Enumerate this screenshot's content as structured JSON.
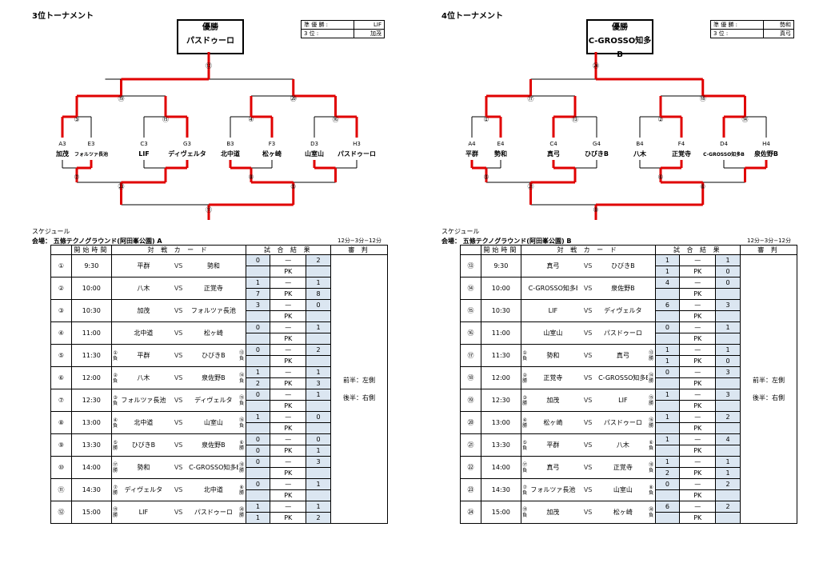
{
  "panels": [
    {
      "title": "3位トーナメント",
      "champion_label": "優勝",
      "champion": "パスドゥーロ",
      "ranks": [
        {
          "label": "準 優 勝 :",
          "team": "LIF"
        },
        {
          "label": "3 位 :",
          "team": "加茂"
        }
      ],
      "schedule_label": "スケジュール",
      "venue": "会場： 五條テクノグラウンド(阿田峯公園) A",
      "format": "12分−3分−12分",
      "headers": [
        "開始時間",
        "対 戦 カ ー ド",
        "試 合 結 果",
        "審 判"
      ],
      "referee": [
        "前半：左側",
        "後半：右側"
      ],
      "teams": [
        {
          "seed": "A3",
          "name": "加茂"
        },
        {
          "seed": "E3",
          "name": "フォルツァ長池"
        },
        {
          "seed": "C3",
          "name": "LIF"
        },
        {
          "seed": "G3",
          "name": "ディヴェルタ"
        },
        {
          "seed": "B3",
          "name": "北中道"
        },
        {
          "seed": "F3",
          "name": "松ヶ崎"
        },
        {
          "seed": "D3",
          "name": "山室山"
        },
        {
          "seed": "H3",
          "name": "パスドゥーロ"
        }
      ],
      "match_nums": [
        "①",
        "②",
        "③",
        "④",
        "⑤",
        "⑥",
        "⑦",
        "⑧",
        "⑨",
        "⑩",
        "⑪",
        "⑫"
      ],
      "matches": [
        {
          "no": "①",
          "time": "9:30",
          "home": "平群",
          "hp": "",
          "hs": "",
          "away": "勢和",
          "ap": "",
          "as": "",
          "s1": "0",
          "s2": "2",
          "pk1": "",
          "pk2": ""
        },
        {
          "no": "②",
          "time": "10:00",
          "home": "八木",
          "hp": "",
          "hs": "",
          "away": "正覚寺",
          "ap": "",
          "as": "",
          "s1": "1",
          "s2": "1",
          "pk1": "7",
          "pk2": "8"
        },
        {
          "no": "③",
          "time": "10:30",
          "home": "加茂",
          "hp": "",
          "hs": "",
          "away": "フォルツァ長池",
          "ap": "",
          "as": "",
          "s1": "3",
          "s2": "0",
          "pk1": "",
          "pk2": ""
        },
        {
          "no": "④",
          "time": "11:00",
          "home": "北中道",
          "hp": "",
          "hs": "",
          "away": "松ヶ崎",
          "ap": "",
          "as": "",
          "s1": "0",
          "s2": "1",
          "pk1": "",
          "pk2": ""
        },
        {
          "no": "⑤",
          "time": "11:30",
          "home": "平群",
          "hp": "①",
          "hs": "負",
          "away": "ひびきB",
          "ap": "⑬",
          "as": "負",
          "s1": "0",
          "s2": "2",
          "pk1": "",
          "pk2": ""
        },
        {
          "no": "⑥",
          "time": "12:00",
          "home": "八木",
          "hp": "②",
          "hs": "負",
          "away": "泉佐野B",
          "ap": "⑭",
          "as": "負",
          "s1": "1",
          "s2": "1",
          "pk1": "2",
          "pk2": "3"
        },
        {
          "no": "⑦",
          "time": "12:30",
          "home": "フォルツァ長池",
          "hp": "③",
          "hs": "負",
          "away": "ディヴェルタ",
          "ap": "⑮",
          "as": "負",
          "s1": "0",
          "s2": "1",
          "pk1": "",
          "pk2": ""
        },
        {
          "no": "⑧",
          "time": "13:00",
          "home": "北中道",
          "hp": "④",
          "hs": "負",
          "away": "山室山",
          "ap": "⑯",
          "as": "負",
          "s1": "1",
          "s2": "0",
          "pk1": "",
          "pk2": ""
        },
        {
          "no": "⑨",
          "time": "13:30",
          "home": "ひびきB",
          "hp": "⑤",
          "hs": "勝",
          "away": "泉佐野B",
          "ap": "⑥",
          "as": "勝",
          "s1": "0",
          "s2": "0",
          "pk1": "0",
          "pk2": "1"
        },
        {
          "no": "⑩",
          "time": "14:00",
          "home": "勢和",
          "hp": "⑰",
          "hs": "勝",
          "away": "C-GROSSO知多B",
          "ap": "⑱",
          "as": "勝",
          "s1": "0",
          "s2": "3",
          "pk1": "",
          "pk2": ""
        },
        {
          "no": "⑪",
          "time": "14:30",
          "home": "ディヴェルタ",
          "hp": "⑦",
          "hs": "勝",
          "away": "北中道",
          "ap": "⑧",
          "as": "勝",
          "s1": "0",
          "s2": "1",
          "pk1": "",
          "pk2": ""
        },
        {
          "no": "⑫",
          "time": "15:00",
          "home": "LIF",
          "hp": "⑲",
          "hs": "勝",
          "away": "パスドゥーロ",
          "ap": "⑳",
          "as": "勝",
          "s1": "1",
          "s2": "1",
          "pk1": "1",
          "pk2": "2"
        }
      ]
    },
    {
      "title": "4位トーナメント",
      "champion_label": "優勝",
      "champion": "C-GROSSO知多B",
      "ranks": [
        {
          "label": "準 優 勝 :",
          "team": "勢和"
        },
        {
          "label": "3 位 :",
          "team": "真弓"
        }
      ],
      "schedule_label": "スケジュール",
      "venue": "会場： 五條テクノグラウンド(阿田峯公園) B",
      "format": "12分−3分−12分",
      "headers": [
        "開始時間",
        "対 戦 カ ー ド",
        "試 合 結 果",
        "審 判"
      ],
      "referee": [
        "前半：左側",
        "後半：右側"
      ],
      "teams": [
        {
          "seed": "A4",
          "name": "平群"
        },
        {
          "seed": "E4",
          "name": "勢和"
        },
        {
          "seed": "C4",
          "name": "真弓"
        },
        {
          "seed": "G4",
          "name": "ひびきB"
        },
        {
          "seed": "B4",
          "name": "八木"
        },
        {
          "seed": "F4",
          "name": "正覚寺"
        },
        {
          "seed": "D4",
          "name": "C-GROSSO知多B"
        },
        {
          "seed": "H4",
          "name": "泉佐野B"
        }
      ],
      "match_nums": [
        "⑬",
        "⑭",
        "⑮",
        "⑯",
        "⑰",
        "⑱",
        "⑲",
        "⑳",
        "㉑",
        "㉒",
        "㉓",
        "㉔"
      ],
      "matches": [
        {
          "no": "⑬",
          "time": "9:30",
          "home": "真弓",
          "hp": "",
          "hs": "",
          "away": "ひびきB",
          "ap": "",
          "as": "",
          "s1": "1",
          "s2": "1",
          "pk1": "1",
          "pk2": "0"
        },
        {
          "no": "⑭",
          "time": "10:00",
          "home": "C-GROSSO知多B",
          "hp": "",
          "hs": "",
          "away": "泉佐野B",
          "ap": "",
          "as": "",
          "s1": "4",
          "s2": "0",
          "pk1": "",
          "pk2": ""
        },
        {
          "no": "⑮",
          "time": "10:30",
          "home": "LIF",
          "hp": "",
          "hs": "",
          "away": "ディヴェルタ",
          "ap": "",
          "as": "",
          "s1": "6",
          "s2": "3",
          "pk1": "",
          "pk2": ""
        },
        {
          "no": "⑯",
          "time": "11:00",
          "home": "山室山",
          "hp": "",
          "hs": "",
          "away": "パスドゥーロ",
          "ap": "",
          "as": "",
          "s1": "0",
          "s2": "1",
          "pk1": "",
          "pk2": ""
        },
        {
          "no": "⑰",
          "time": "11:30",
          "home": "勢和",
          "hp": "①",
          "hs": "負",
          "away": "真弓",
          "ap": "⑬",
          "as": "勝",
          "s1": "1",
          "s2": "1",
          "pk1": "1",
          "pk2": "0"
        },
        {
          "no": "⑱",
          "time": "12:00",
          "home": "正覚寺",
          "hp": "②",
          "hs": "勝",
          "away": "C-GROSSO知多B",
          "ap": "⑭",
          "as": "勝",
          "s1": "0",
          "s2": "3",
          "pk1": "",
          "pk2": ""
        },
        {
          "no": "⑲",
          "time": "12:30",
          "home": "加茂",
          "hp": "③",
          "hs": "勝",
          "away": "LIF",
          "ap": "⑮",
          "as": "勝",
          "s1": "1",
          "s2": "3",
          "pk1": "",
          "pk2": ""
        },
        {
          "no": "⑳",
          "time": "13:00",
          "home": "松ヶ崎",
          "hp": "④",
          "hs": "勝",
          "away": "パスドゥーロ",
          "ap": "⑯",
          "as": "勝",
          "s1": "1",
          "s2": "2",
          "pk1": "",
          "pk2": ""
        },
        {
          "no": "㉑",
          "time": "13:30",
          "home": "平群",
          "hp": "⑤",
          "hs": "負",
          "away": "八木",
          "ap": "⑥",
          "as": "負",
          "s1": "1",
          "s2": "4",
          "pk1": "",
          "pk2": ""
        },
        {
          "no": "㉒",
          "time": "14:00",
          "home": "真弓",
          "hp": "⑰",
          "hs": "負",
          "away": "正覚寺",
          "ap": "⑱",
          "as": "負",
          "s1": "1",
          "s2": "1",
          "pk1": "2",
          "pk2": "1"
        },
        {
          "no": "㉓",
          "time": "14:30",
          "home": "フォルツァ長池",
          "hp": "⑦",
          "hs": "負",
          "away": "山室山",
          "ap": "⑧",
          "as": "負",
          "s1": "0",
          "s2": "2",
          "pk1": "",
          "pk2": ""
        },
        {
          "no": "㉔",
          "time": "15:00",
          "home": "加茂",
          "hp": "⑲",
          "hs": "負",
          "away": "松ヶ崎",
          "ap": "⑳",
          "as": "負",
          "s1": "6",
          "s2": "2",
          "pk1": "",
          "pk2": ""
        }
      ]
    }
  ],
  "colors": {
    "winner_line": "#e00000",
    "score_shade": "#dbe6f1"
  }
}
